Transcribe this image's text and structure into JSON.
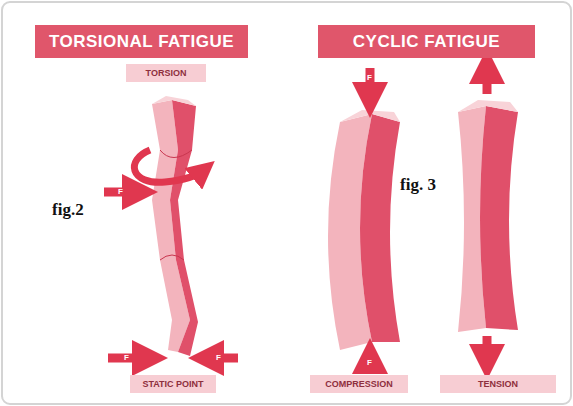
{
  "diagram": {
    "nodes": [
      {
        "text": [
          "TORSIONAL FATIGUE"
        ]
      },
      {
        "text": [
          "CYCLIC FATIGUE"
        ]
      },
      {
        "text": [
          "TORSION"
        ]
      },
      {
        "text": [
          "STATIC POINT"
        ]
      },
      {
        "text": [
          "COMPRESSION"
        ]
      },
      {
        "text": [
          "TENSION"
        ]
      }
    ],
    "labels": [
      "fig.2",
      "fig. 3",
      "F",
      "F",
      "F",
      "F",
      "F"
    ]
  }
}
